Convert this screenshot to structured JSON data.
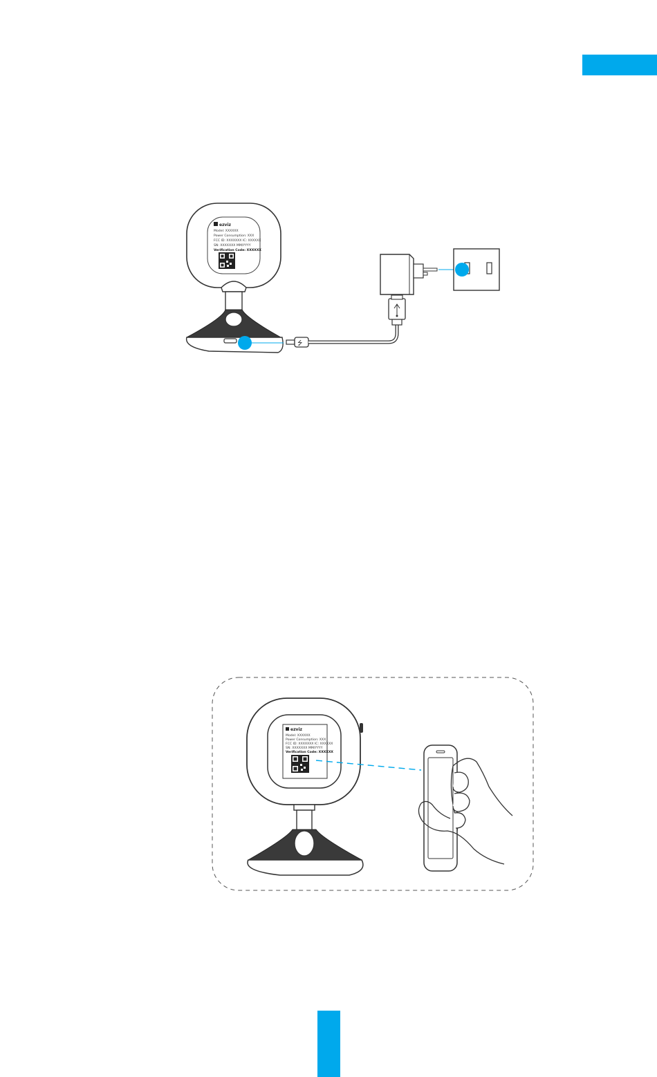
{
  "colors": {
    "accent": "#00a9ec",
    "stroke": "#333333",
    "fill_dark": "#3a3a3a"
  },
  "connection_figure": {
    "label": {
      "brand": "ezviz",
      "model": "Model: XXXXXX",
      "power": "Power Consumption: XXX",
      "fcc": "FCC ID: XXXXXXX   IC: XXXXXX",
      "sn": "SN: XXXXXXX        MM/YYYY",
      "verification": "Verification Code: XXXXXX"
    },
    "usb_symbol": "⭍"
  },
  "scan_figure": {
    "label": {
      "brand": "ezviz",
      "model": "Model: XXXXXX",
      "power": "Power Consumption: XXX",
      "fcc": "FCC ID: XXXXXXX  IC: XXXXXX",
      "sn": "SN: XXXXXXX       MM/YYYY",
      "verification": "Verification Code: XXXXXX"
    }
  }
}
